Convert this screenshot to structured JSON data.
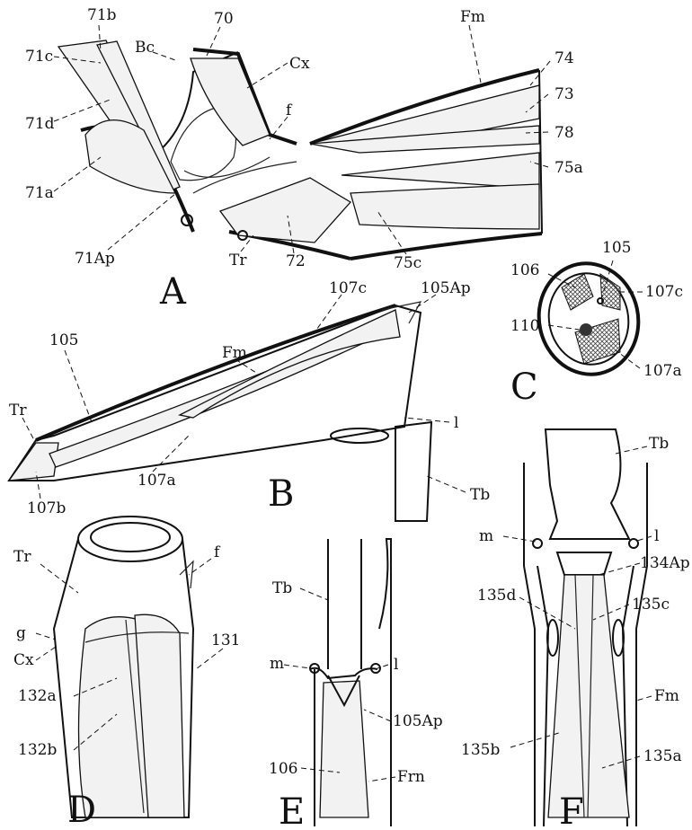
{
  "panels": {
    "A": {
      "letter": "A",
      "labels": [
        "71b",
        "70",
        "Fm",
        "71c",
        "Bc",
        "Cx",
        "74",
        "f",
        "73",
        "71d",
        "78",
        "75a",
        "71a",
        "71Ap",
        "Tr",
        "72",
        "75c"
      ]
    },
    "B": {
      "letter": "B",
      "labels": [
        "107c",
        "105Ap",
        "105",
        "Fm",
        "Tr",
        "l",
        "107a",
        "107b",
        "Tb"
      ]
    },
    "C": {
      "letter": "C",
      "labels": [
        "105",
        "106",
        "107c",
        "110",
        "107a"
      ]
    },
    "D": {
      "letter": "D",
      "labels": [
        "Tr",
        "f",
        "g",
        "131",
        "Cx",
        "132a",
        "132b"
      ]
    },
    "E": {
      "letter": "E",
      "labels": [
        "Tb",
        "m",
        "l",
        "105Ap",
        "106",
        "Frn"
      ]
    },
    "F": {
      "letter": "F",
      "labels": [
        "Tb",
        "m",
        "l",
        "134Ap",
        "135d",
        "135c",
        "Fm",
        "135b",
        "135a"
      ]
    }
  }
}
